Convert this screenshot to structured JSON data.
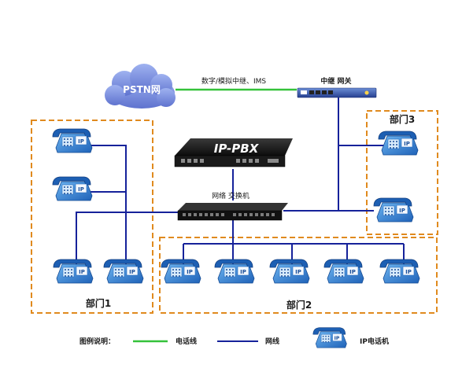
{
  "nodes": {
    "pstn": "PSTN网",
    "gateway": "中继 网关",
    "pbx": "IP-PBX",
    "switch": "网络 交换机"
  },
  "links": {
    "trunk": "数字/模拟中继、IMS"
  },
  "departments": {
    "d1": "部门1",
    "d2": "部门2",
    "d3": "部门3"
  },
  "legend": {
    "title": "图例说明：",
    "phone_line": "电话线",
    "network_line": "网线",
    "ip_phone": "IP电话机"
  },
  "phone_badge": "IP",
  "colors": {
    "phone_line": "#35c23a",
    "network_line": "#16229a",
    "dept_border": "#e08a1e",
    "phone_blue": "#2f7fd0"
  }
}
